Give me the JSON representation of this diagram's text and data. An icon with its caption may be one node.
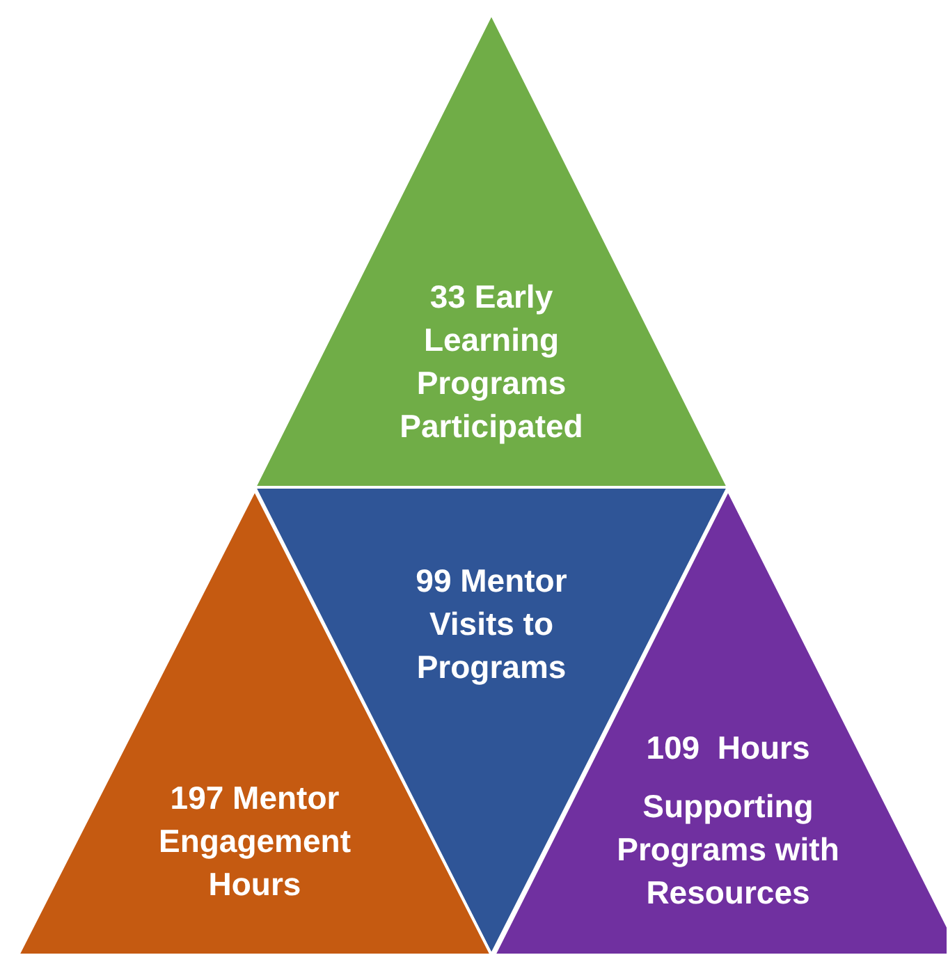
{
  "diagram": {
    "nodes": [
      {
        "text": [
          "33 Early Learning Programs Participated"
        ]
      },
      {
        "text": [
          "99 Mentor Visits to Programs"
        ]
      },
      {
        "text": [
          "197 Mentor Engagement Hours"
        ]
      },
      {
        "text": [
          "109  Hours",
          "Supporting Programs with Resources"
        ]
      }
    ]
  }
}
